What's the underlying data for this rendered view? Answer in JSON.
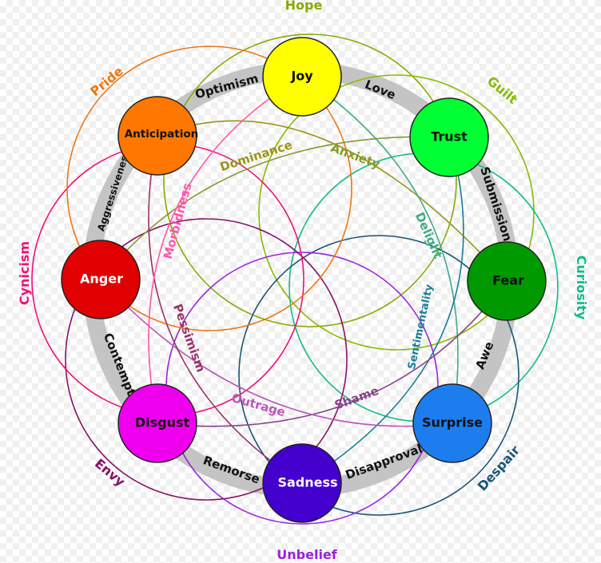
{
  "diagram": {
    "emotions": {
      "joy": {
        "label": "Joy",
        "color": "#ffff00",
        "text_color": "#111111"
      },
      "trust": {
        "label": "Trust",
        "color": "#00ff33",
        "text_color": "#111111"
      },
      "fear": {
        "label": "Fear",
        "color": "#009900",
        "text_color": "#111111"
      },
      "surprise": {
        "label": "Surprise",
        "color": "#1e7dee",
        "text_color": "#111111"
      },
      "sadness": {
        "label": "Sadness",
        "color": "#4400cc",
        "text_color": "#ffffff"
      },
      "disgust": {
        "label": "Disgust",
        "color": "#ee00ee",
        "text_color": "#111111"
      },
      "anger": {
        "label": "Anger",
        "color": "#e00000",
        "text_color": "#ffffff"
      },
      "anticipation": {
        "label": "Anticipation",
        "color": "#ff7700",
        "text_color": "#111111"
      }
    },
    "primary_dyads": {
      "optimism": "Optimism",
      "love": "Love",
      "submission": "Submission",
      "awe": "Awe",
      "disapproval": "Disapproval",
      "remorse": "Remorse",
      "contempt": "Contempt",
      "aggressiveness": "Aggressiveness"
    },
    "secondary_dyads": {
      "guilt": {
        "label": "Guilt",
        "color": "#88bb00"
      },
      "curiosity": {
        "label": "Curiosity",
        "color": "#11bb88"
      },
      "despair": {
        "label": "Despair",
        "color": "#1a5577"
      },
      "unbelief": {
        "label": "Unbelief",
        "color": "#9922dd"
      },
      "envy": {
        "label": "Envy",
        "color": "#881166"
      },
      "cynicism": {
        "label": "Cynicism",
        "color": "#ee1177"
      },
      "pride": {
        "label": "Pride",
        "color": "#ee7711"
      },
      "hope": {
        "label": "Hope",
        "color": "#88aa00"
      }
    },
    "tertiary_dyads": {
      "dominance": {
        "label": "Dominance",
        "color": "#99951a"
      },
      "anxiety": {
        "label": "Anxiety",
        "color": "#88992a"
      },
      "delight": {
        "label": "Delight",
        "color": "#44aa88"
      },
      "sentimentality": {
        "label": "Sentimentality",
        "color": "#1a7e99"
      },
      "shame": {
        "label": "Shame",
        "color": "#88448a"
      },
      "outrage": {
        "label": "Outrage",
        "color": "#bb55bb"
      },
      "pessimism": {
        "label": "Pessimism",
        "color": "#993366"
      },
      "morbidness": {
        "label": "Morbidness",
        "color": "#ff55aa"
      }
    }
  }
}
